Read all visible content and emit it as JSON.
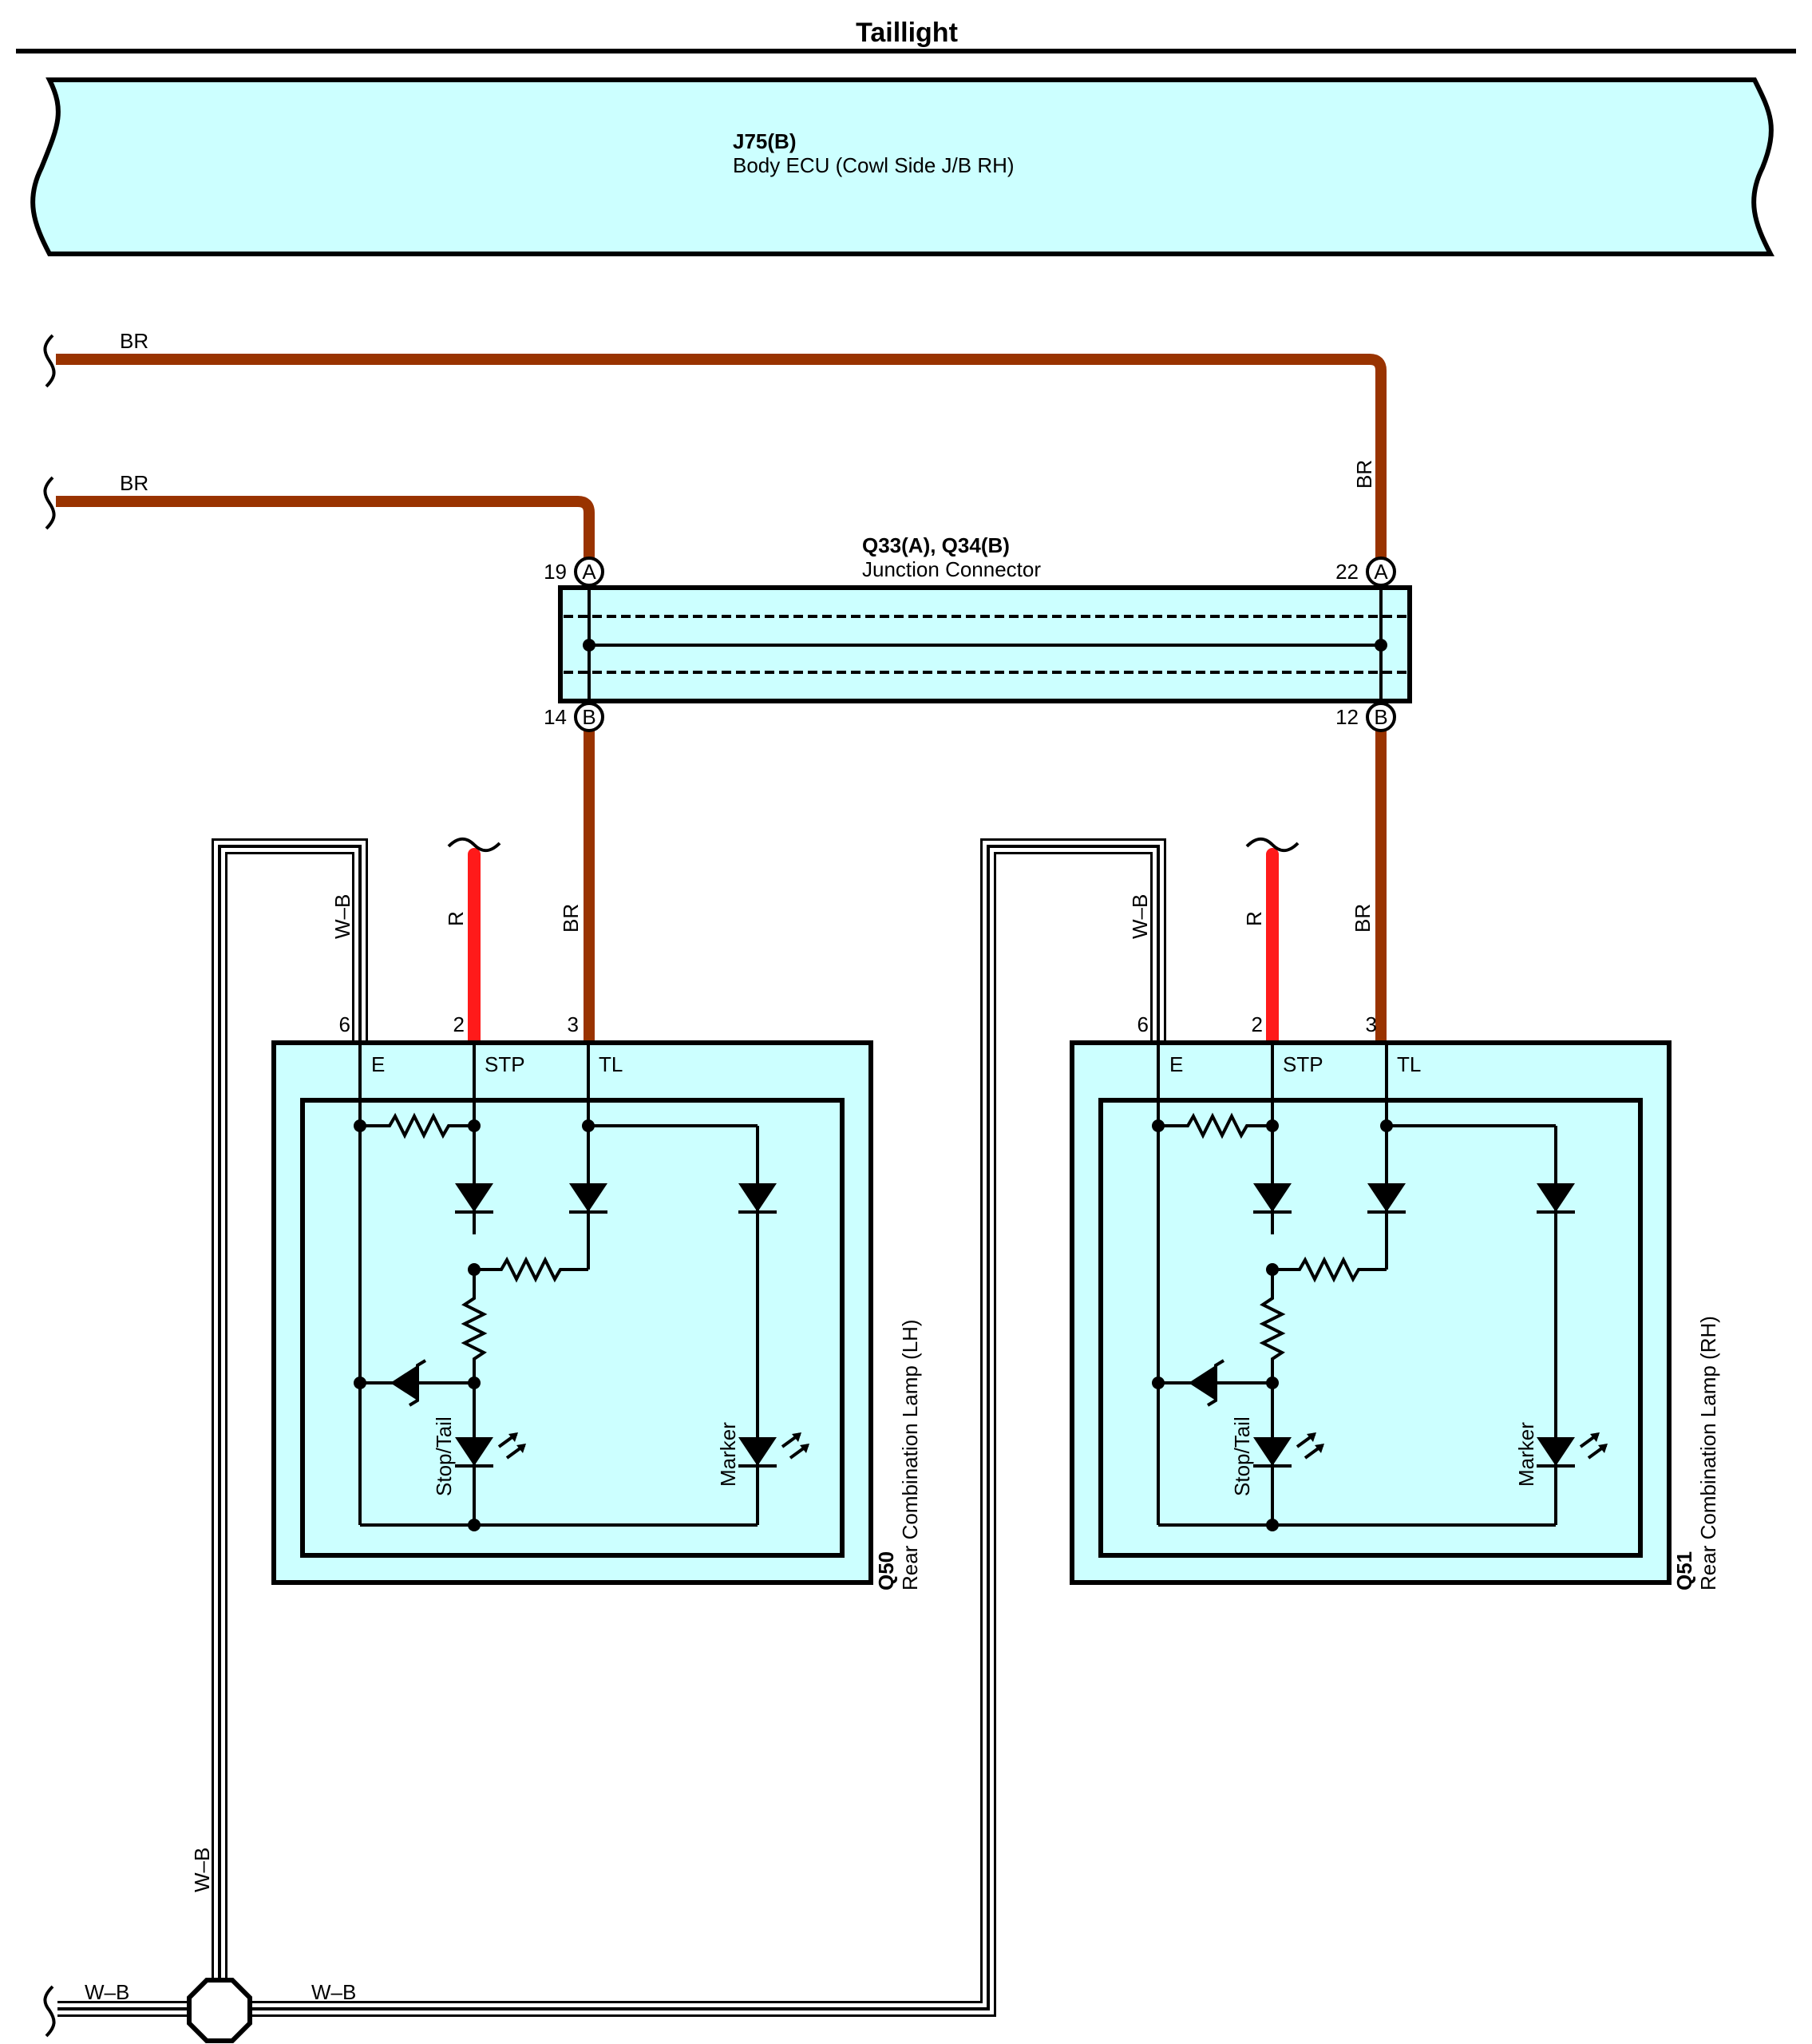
{
  "title": "Taillight",
  "ecu": {
    "code": "J75(B)",
    "name": "Body ECU (Cowl Side J/B RH)"
  },
  "junction": {
    "code": "Q33(A), Q34(B)",
    "name": "Junction Connector",
    "pins": [
      {
        "num": "19",
        "side": "A"
      },
      {
        "num": "22",
        "side": "A"
      },
      {
        "num": "14",
        "side": "B"
      },
      {
        "num": "12",
        "side": "B"
      }
    ]
  },
  "wires": {
    "br": "BR",
    "red": "R",
    "wb": "W–B"
  },
  "wire_colors": {
    "BR": "#993300",
    "R": "#ff1a1a",
    "W-B": "#ffffff",
    "component_fill": "#ccffff"
  },
  "lamps": [
    {
      "code": "Q50",
      "name": "Rear Combination Lamp (LH)",
      "pins": [
        "6",
        "2",
        "3"
      ],
      "terminals": [
        "E",
        "STP",
        "TL"
      ],
      "led_labels": [
        "Stop/Tail",
        "Marker"
      ]
    },
    {
      "code": "Q51",
      "name": "Rear Combination Lamp (RH)",
      "pins": [
        "6",
        "2",
        "3"
      ],
      "terminals": [
        "E",
        "STP",
        "TL"
      ],
      "led_labels": [
        "Stop/Tail",
        "Marker"
      ]
    }
  ]
}
